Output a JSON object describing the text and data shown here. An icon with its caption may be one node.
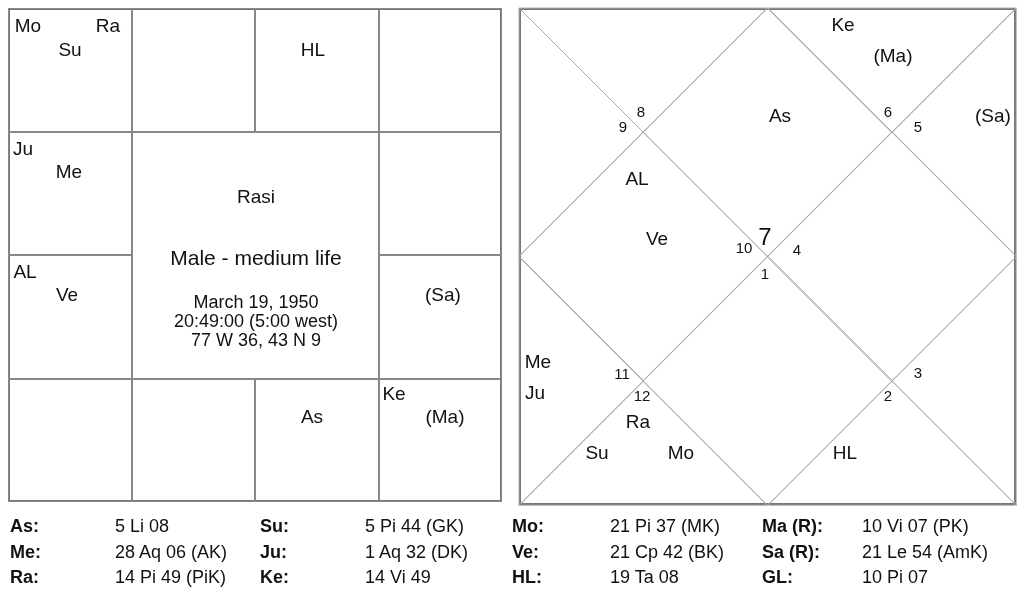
{
  "diagram": {
    "nodes": [
      {
        "text": [
          "Mo",
          "Ra",
          "Su"
        ]
      },
      {
        "text": [],
        "shape": "box"
      },
      {
        "text": [
          "HL"
        ]
      },
      {
        "text": [],
        "shape": "box"
      },
      {
        "text": [
          "Ju",
          "Me"
        ]
      },
      {
        "text": [
          "Rasi",
          "Male - medium life",
          "March 19, 1950",
          "20:49:00 (5:00 west)",
          "77 W 36, 43 N 9"
        ]
      },
      {
        "text": [],
        "shape": "box"
      },
      {
        "text": [
          "AL",
          "Ve"
        ]
      },
      {
        "text": [
          "(Sa)"
        ]
      },
      {
        "text": [],
        "shape": "box"
      },
      {
        "text": [],
        "shape": "box"
      },
      {
        "text": [
          "As"
        ]
      },
      {
        "text": [
          "Ke",
          "(Ma)"
        ]
      },
      {
        "text": [
          "8"
        ]
      },
      {
        "text": [
          "9"
        ]
      },
      {
        "text": [
          "As",
          "7"
        ]
      },
      {
        "text": [
          "Ke",
          "(Ma)",
          "6"
        ]
      },
      {
        "text": [
          "(Sa)",
          "5"
        ]
      },
      {
        "text": [
          "AL",
          "Ve",
          "10"
        ]
      },
      {
        "text": [
          "4"
        ]
      },
      {
        "text": [
          "Me",
          "11",
          "Ju"
        ]
      },
      {
        "text": [
          "1"
        ]
      },
      {
        "text": [
          "3"
        ]
      },
      {
        "text": [
          "12",
          "Ra",
          "Su",
          "Mo"
        ]
      },
      {
        "text": [
          "2",
          "HL"
        ]
      }
    ],
    "edges": [],
    "labels": [
      "As:",
      "5 Li 08",
      "Su:",
      "5 Pi 44 (GK)",
      "Mo:",
      "21 Pi 37 (MK)",
      "Ma (R):",
      "10 Vi 07 (PK)",
      "Me:",
      "28 Aq 06 (AK)",
      "Ju:",
      "1 Aq 32 (DK)",
      "Ve:",
      "21 Cp 42 (BK)",
      "Sa (R):",
      "21 Le 54 (AmK)",
      "Ra:",
      "14 Pi 49 (PiK)",
      "Ke:",
      "14 Vi 49",
      "HL:",
      "19 Ta 08",
      "GL:",
      "10 Pi 07"
    ]
  }
}
